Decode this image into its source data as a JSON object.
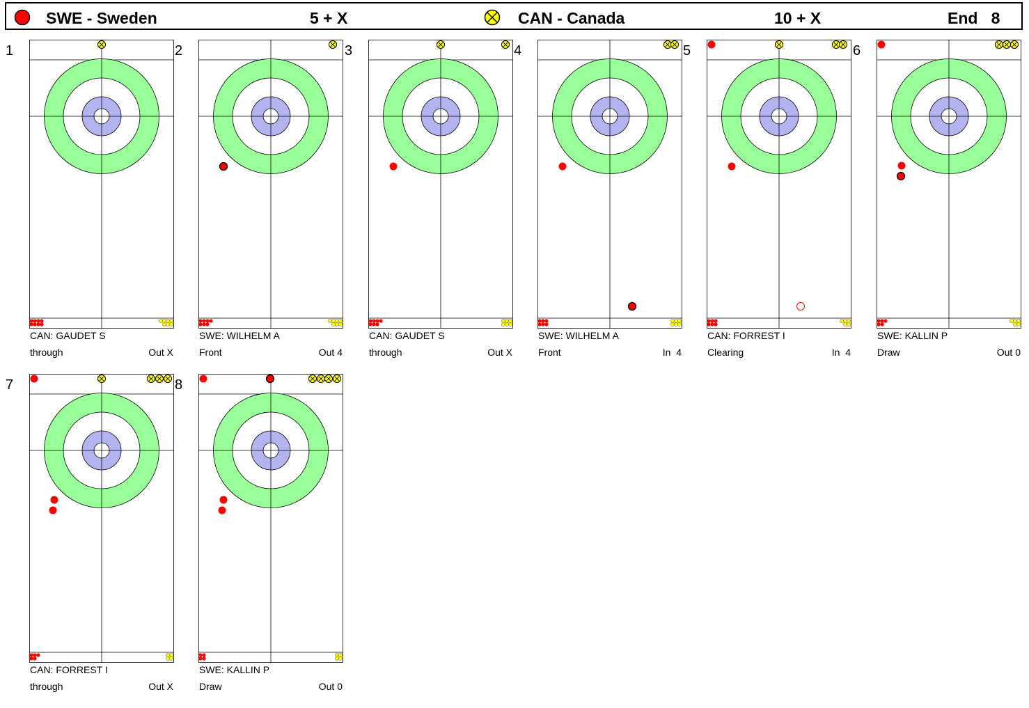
{
  "header": {
    "team1": {
      "label": "SWE - Sweden",
      "score": "5 + X",
      "color": "#ff0000",
      "icon": "red-stone-icon"
    },
    "team2": {
      "label": "CAN - Canada",
      "score": "10 + X",
      "color": "#ffff00",
      "icon": "yellow-stone-icon"
    },
    "end_label": "End   8"
  },
  "colors": {
    "red_stone": "#ff0000",
    "yellow_stone": "#ffff00",
    "twelve_foot": "#99ff99",
    "button_ring": "#b3b3f0",
    "line": "#000000"
  },
  "shots": [
    {
      "number": "1",
      "player": "CAN: GAUDET S",
      "shot_type": "through",
      "result": "Out X",
      "remaining_red": 8,
      "remaining_yellow": 7
    },
    {
      "number": "2",
      "player": "SWE: WILHELM A",
      "shot_type": "Front",
      "result": "Out 4",
      "remaining_red": 7,
      "remaining_yellow": 7
    },
    {
      "number": "3",
      "player": "CAN: GAUDET S",
      "shot_type": "through",
      "result": "Out X",
      "remaining_red": 7,
      "remaining_yellow": 6
    },
    {
      "number": "4",
      "player": "SWE: WILHELM A",
      "shot_type": "Front",
      "result": "In  4",
      "remaining_red": 6,
      "remaining_yellow": 6
    },
    {
      "number": "5",
      "player": "CAN: FORREST I",
      "shot_type": "Clearing",
      "result": "In  4",
      "remaining_red": 6,
      "remaining_yellow": 5
    },
    {
      "number": "6",
      "player": "SWE: KALLIN P",
      "shot_type": "Draw",
      "result": "Out 0",
      "remaining_red": 5,
      "remaining_yellow": 5
    },
    {
      "number": "7",
      "player": "CAN: FORREST I",
      "shot_type": "through",
      "result": "Out X",
      "remaining_red": 5,
      "remaining_yellow": 4
    },
    {
      "number": "8",
      "player": "SWE: KALLIN P",
      "shot_type": "Draw",
      "result": "Out 0",
      "remaining_red": 4,
      "remaining_yellow": 4
    }
  ]
}
